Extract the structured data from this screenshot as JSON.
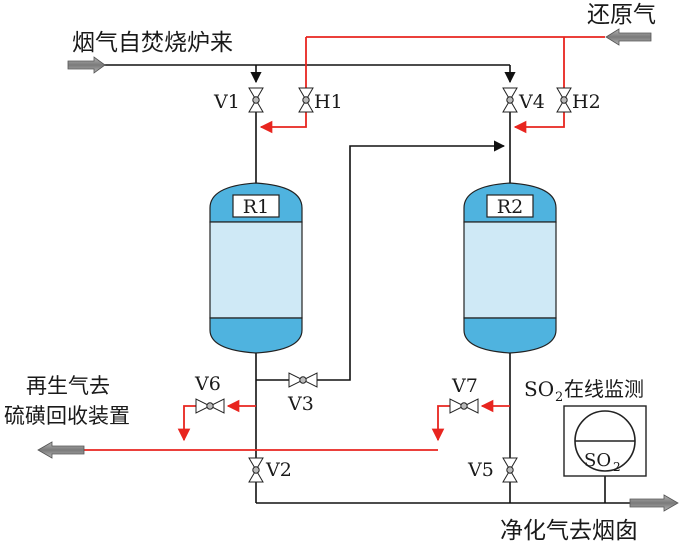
{
  "labels": {
    "inlet": "烟气自焚烧炉来",
    "reducing_gas": "还原气",
    "v1": "V1",
    "h1": "H1",
    "v4": "V4",
    "h2": "H2",
    "r1": "R1",
    "r2": "R2",
    "v6": "V6",
    "v3": "V3",
    "v7": "V7",
    "v2": "V2",
    "v5": "V5",
    "regen_line1": "再生气去",
    "regen_line2": "硫磺回收装置",
    "so2_prefix": "SO",
    "so2_sub": "2",
    "so2_monitor_rest": "在线监测",
    "analyzer_so": "SO",
    "analyzer_sub": "2",
    "outlet": "净化气去烟囱"
  },
  "colors": {
    "process_line": "#111111",
    "reducing_line": "#e8251f",
    "vessel_blue": "#4fb3df",
    "vessel_light": "#cfe9f6",
    "arrow_gray": "#8c8c8c"
  }
}
